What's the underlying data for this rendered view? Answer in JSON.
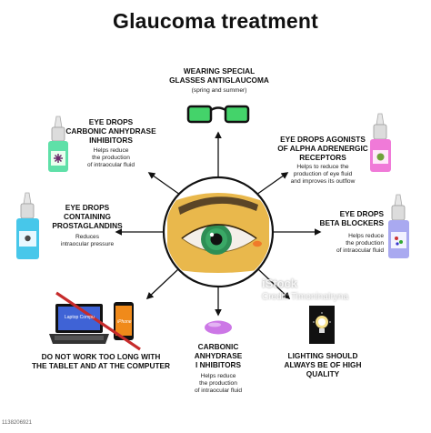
{
  "title": "Glaucoma treatment",
  "treatments": [
    {
      "id": "glasses",
      "heading_lines": [
        "WEARING SPECIAL",
        "GLASSES ANTIGLAUCOMA"
      ],
      "sub_lines": [
        "(spring and summer)"
      ]
    },
    {
      "id": "agonists",
      "heading_lines": [
        "EYE DROPS AGONISTS",
        "OF ALPHA ADRENERGIC",
        "RECEPTORS"
      ],
      "sub_lines": [
        "Helps to reduce the",
        "production of eye fluid",
        "and improves its outflow"
      ]
    },
    {
      "id": "beta",
      "heading_lines": [
        "EYE DROPS",
        "BETA BLOCKERS"
      ],
      "sub_lines": [
        "Helps reduce",
        "the production",
        "of intraocular fluid"
      ]
    },
    {
      "id": "lighting",
      "heading_lines": [
        "LIGHTING SHOULD",
        "ALWAYS BE OF HIGH QUALITY"
      ],
      "sub_lines": []
    },
    {
      "id": "cai-tablets",
      "heading_lines": [
        "CARBONIC",
        "ANHYDRASE",
        "I NHIBITORS"
      ],
      "sub_lines": [
        "Helps reduce",
        "the production",
        "of intraocular fluid"
      ]
    },
    {
      "id": "screens",
      "heading_lines": [
        "DO NOT WORK TOO LONG WITH",
        "THE TABLET AND AT THE COMPUTER"
      ],
      "sub_lines": []
    },
    {
      "id": "prostaglandins",
      "heading_lines": [
        "EYE DROPS",
        "CONTAINING",
        "PROSTAGLANDINS"
      ],
      "sub_lines": [
        "Reduces",
        "intraocular pressure"
      ]
    },
    {
      "id": "cai-drops",
      "heading_lines": [
        "EYE DROPS",
        "CARBONIC ANHYDRASE",
        "INHIBITORS"
      ],
      "sub_lines": [
        "Helps reduce",
        "the production",
        "of intraocular fluid"
      ]
    }
  ],
  "device_labels": {
    "laptop": "Laptop Compu",
    "phone": "iPhone"
  },
  "watermark": {
    "brand": "iStock",
    "credit": "Credit: TimoninaIryna"
  },
  "image_id": "1138206921",
  "colors": {
    "glasses_lens": "#44d36a",
    "agonist_bottle": "#f07ad8",
    "beta_bottle": "#a9a9f0",
    "cai_bottle": "#5fe0a8",
    "prostaglandin_bottle": "#47c7ea",
    "tablet_pill": "#cc77e6",
    "iris": "#2e8e55",
    "skin": "#e9b84c",
    "cross_out": "#c62b2b"
  }
}
